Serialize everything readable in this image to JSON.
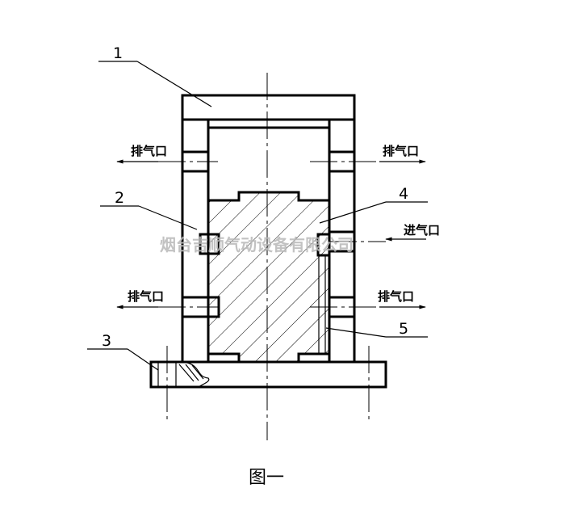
{
  "labels": {
    "part_1": "1",
    "part_2": "2",
    "part_3": "3",
    "part_4": "4",
    "part_5": "5"
  },
  "ports": {
    "exhaust_upper_left": "排气口",
    "exhaust_upper_right": "排气口",
    "inlet_right": "进气口",
    "exhaust_lower_left": "排气口",
    "exhaust_lower_right": "排气口"
  },
  "watermark": "烟台吉顺气动设备有限公司",
  "caption": "图一"
}
